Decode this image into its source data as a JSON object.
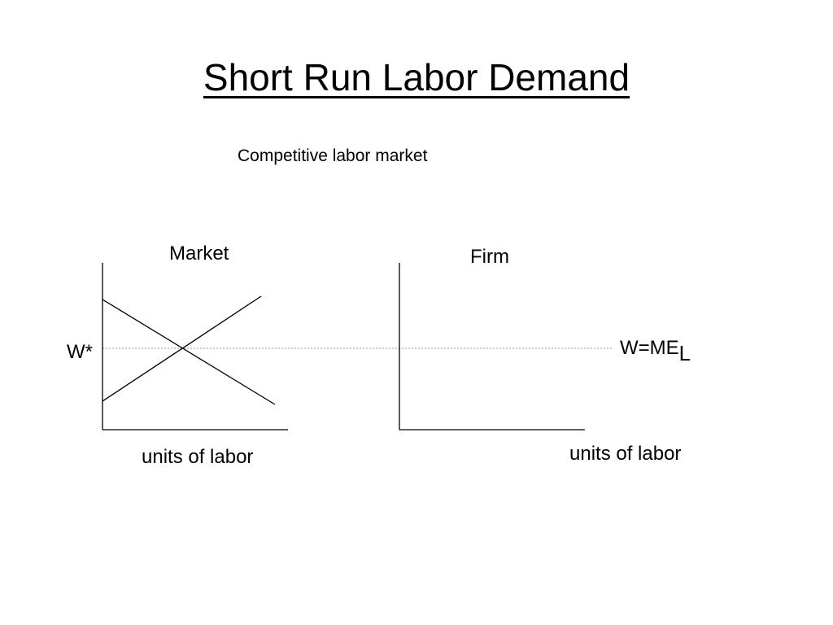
{
  "slide": {
    "title": "Short Run Labor Demand",
    "subtitle": "Competitive labor market"
  },
  "market_panel": {
    "label": "Market",
    "x_axis_label": "units of labor",
    "wage_label": "W*"
  },
  "firm_panel": {
    "label": "Firm",
    "x_axis_label": "units of labor",
    "wage_line_label": "W=ME",
    "wage_line_subscript": "L"
  },
  "colors": {
    "lines": "#000000",
    "wage_dotted_line": "#999999",
    "background": "#ffffff"
  }
}
